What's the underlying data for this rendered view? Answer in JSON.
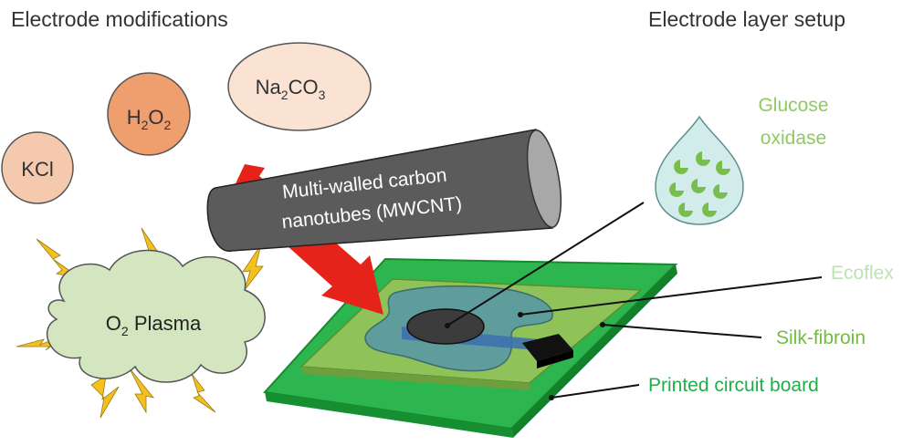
{
  "headings": {
    "left": "Electrode modifications",
    "right": "Electrode layer setup"
  },
  "chemicals": {
    "kcl": "KCl",
    "h2o2": {
      "base": "H",
      "sub1": "2",
      "mid": "O",
      "sub2": "2"
    },
    "na2co3": {
      "base": "Na",
      "sub1": "2",
      "mid": "CO",
      "sub2": "3"
    }
  },
  "plasma": {
    "base": "O",
    "sub": "2",
    "rest": " Plasma"
  },
  "mwcnt": {
    "line1": "Multi-walled carbon",
    "line2": "nanotubes (MWCNT)"
  },
  "labels": {
    "glucose_oxidase": {
      "line1": "Glucose",
      "line2": "oxidase"
    },
    "ecoflex": "Ecoflex",
    "silk_fibroin": "Silk-fibroin",
    "pcb": "Printed circuit board"
  },
  "colors": {
    "pcb_green": "#1fae3f",
    "silk_layer": "#8fc35a",
    "ecoflex_layer": "#5f9d9c",
    "arrow_red": "#e5231b",
    "tube_gray": "#5b5b5b",
    "plasma_cloud": "#d3e6bf",
    "lightning": "#f4c020",
    "glucose_text": "#8ecb5f",
    "ecoflex_text": "#bfe2b4",
    "silk_text": "#72bd3f",
    "pcb_text": "#22ad4a"
  }
}
